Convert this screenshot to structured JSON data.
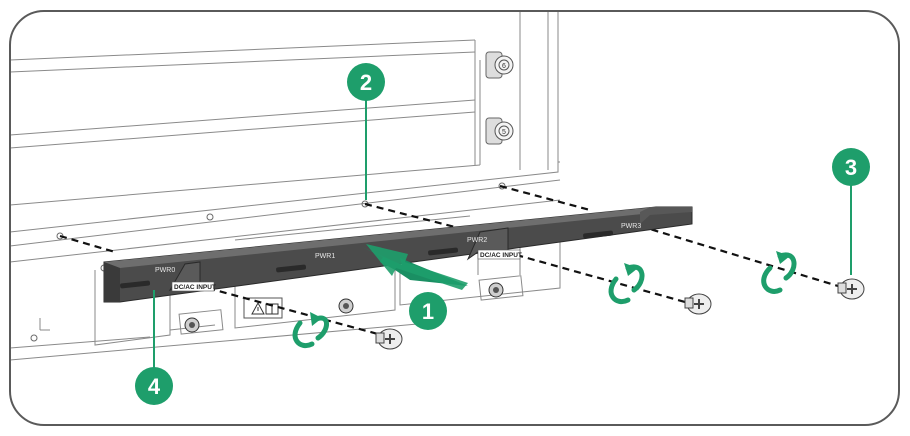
{
  "colors": {
    "accent_green": "#1e9e6b",
    "arrow_green": "#1a8f63",
    "frame": "#5a5a5a",
    "chassis_line": "#8a8a8a",
    "bar_dark": "#4b4b4b",
    "bar_light": "#6e6e6e",
    "screw_fill": "#eeeeee",
    "dash": "#111111"
  },
  "callouts": [
    {
      "label": "1"
    },
    {
      "label": "2"
    },
    {
      "label": "3"
    },
    {
      "label": "4"
    }
  ],
  "bar": {
    "slot_labels": [
      "PWR0",
      "PWR1",
      "PWR2",
      "PWR3"
    ]
  },
  "power_modules": {
    "input_labels": [
      "DC/AC INPUT",
      "DC/AC INPUT"
    ]
  },
  "chassis": {
    "slot_numbers": [
      "6",
      "5"
    ]
  },
  "icons": {
    "rotate": "clockwise-rotation-arrow-icon",
    "screw": "phillips-screw-icon",
    "warning": "warning-triangle-icon",
    "manual": "manual-book-icon",
    "insert": "insert-direction-arrow-icon"
  }
}
